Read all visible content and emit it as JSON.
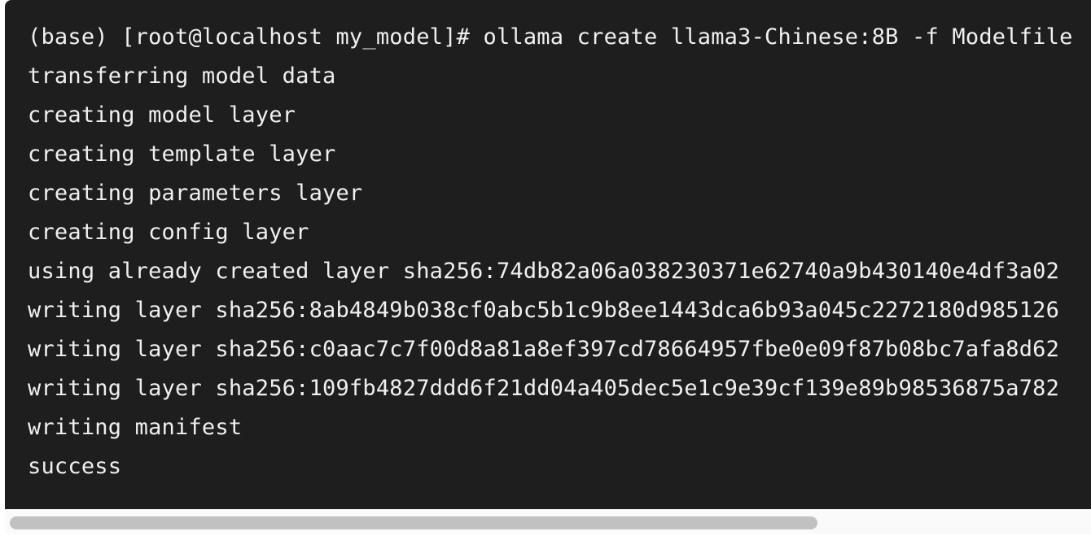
{
  "terminal": {
    "lines": [
      "(base) [root@localhost my_model]# ollama create llama3-Chinese:8B -f Modelfile",
      "transferring model data",
      "creating model layer",
      "creating template layer",
      "creating parameters layer",
      "creating config layer",
      "using already created layer sha256:74db82a06a038230371e62740a9b430140e4df3a02",
      "writing layer sha256:8ab4849b038cf0abc5b1c9b8ee1443dca6b93a045c2272180d985126",
      "writing layer sha256:c0aac7c7f00d8a81a8ef397cd78664957fbe0e09f87b08bc7afa8d62",
      "writing layer sha256:109fb4827ddd6f21dd04a405dec5e1c9e39cf139e89b98536875a782",
      "writing manifest",
      "success"
    ]
  },
  "scrollbar": {
    "horizontal_visible_fraction": 0.75
  },
  "colors": {
    "code_background": "#1e1e1e",
    "code_text": "#f0f0f0",
    "scrollbar_thumb": "#c1c1c1",
    "scrollbar_track": "#fafafa"
  }
}
